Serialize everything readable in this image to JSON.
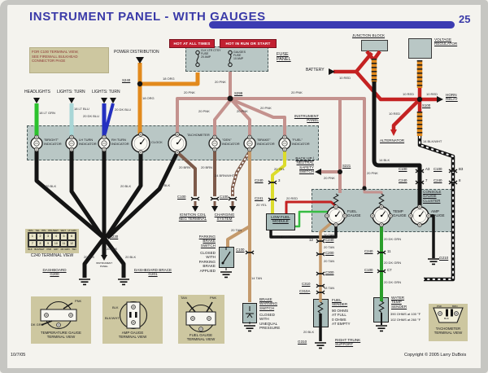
{
  "header": {
    "title": "INSTRUMENT PANEL -  WITH GAUGES",
    "page_number": "25"
  },
  "note": "FOR C100 TERMINAL VIEW,\nSEE FIREWALL BULKHEAD\nCONNECTOR PAGE",
  "banners": {
    "hot_all_times": "HOT AT ALL TIMES",
    "hot_run_start": "HOT IN RUN OR START"
  },
  "power": {
    "distribution": "POWER DISTRIBUTION"
  },
  "fuse_panel": {
    "label": "FUSE\nPANEL",
    "fuse_clk": "CLK LTR CTSY\nFUSE\n20 AMP",
    "fuse_gauges": "GAUGES\nFUSE\n10 AMP"
  },
  "components": {
    "junction_block": "JUNCTION BLOCK",
    "voltage_regulator": "VOLTAGE\nREGULATOR",
    "battery": "BATTERY",
    "horn_relay": "HORN\nRELAY",
    "alternator": "ALTERNATOR",
    "low_fuel_module": "LOW FUEL\nMODULE",
    "backup_neutral_switch": "BACK UP /\nNEUTRAL\nSAFETY\nSWITCH",
    "ignition_coil": "IGNITION COIL\nNEG TERMINAL",
    "charging_system": "CHARGING\nSYSTEM",
    "parking_brake_title": "PARKING\nBRAKE\nSWITCH",
    "parking_brake_desc": "CLOSED\nWITH\nPARKING\nBRAKE\nAPPLIED",
    "brake_warning_title": "BRAKE\nWARNING\nSWITCH",
    "brake_warning_desc": "CLOSED\nWITH\nUNEQUAL\nPRESSURE",
    "fuel_sender_title": "FUEL\nSENDER",
    "fuel_sender_desc": "90 OHMS\nAT FULL\n0 OHMS\nAT EMPTY",
    "water_temp_title": "WATER\nTEMP\nSENDER",
    "water_temp_spec1": "390 OHMS at 100 °F",
    "water_temp_spec2": "102 OHMS at 260 °F",
    "right_trunk": "RIGHT TRUNK\nSUPPORT"
  },
  "inputs": {
    "headlights": "HEADLIGHTS",
    "lights_turn_1": "LIGHTS: TURN",
    "lights_turn_2": "LIGHTS: TURN"
  },
  "instrument_panel": {
    "label": "INSTRUMENT\nPANEL",
    "bright": "\"BRIGHT\"\nINDICATOR",
    "lh_turn": "LH TURN\nINDICATOR",
    "rh_turn": "RH TURN\nINDICATOR",
    "clock": "CLOCK",
    "tachometer": "TACHOMETER",
    "gen": "\"GEN\"\nINDICATOR",
    "brake": "\"BRAKE\"\nINDICATOR",
    "fuel": "\"FUEL\"\nINDICATOR"
  },
  "console_cluster": {
    "label": "CONSOLE\nGAUGE\nCLUSTER",
    "fuel_gauge": "FUEL\nGAUGE",
    "temp_gauge": "TEMP\nGAUGE",
    "amp_gauge": "AMP\nGAUGE"
  },
  "grounds": {
    "g200": "DASHBOARD\nG200",
    "g201": "DASHBOARD BRACE\nG201",
    "g210": "G210",
    "g310": "G310",
    "chassis": "INSTRUMENT\nPANEL"
  },
  "splices": {
    "s100": "S100",
    "s221": "S221",
    "s230": "S230",
    "s240": "S240",
    "s299": "S299"
  },
  "connectors": {
    "c100": "C100",
    "c200": "C200",
    "c240": "C240",
    "c241": "C241",
    "c300": "C300",
    "c310": "C310",
    "c310a": "C310A",
    "pin_a3": "A3",
    "pin_b3": "B3",
    "pin_7": "7",
    "pin_8": "8",
    "pin_3": "3",
    "pin_11": "11",
    "pin_12": "12",
    "pin_c7": "C7"
  },
  "wire_labels": {
    "org_18": "18 ORG",
    "pnk_20": "20 PNK",
    "red_10": "10 RED",
    "red_20": "20 RED",
    "blk_20": "20 BLK",
    "blk_14": "14 BLK",
    "blk_wht_14": "14 BLK/WHT",
    "lt_grn_18": "18 LT GRN",
    "lt_blu_18": "18 LT BLU",
    "dk_blu_20": "20 DK BLU",
    "brn_20": "20 BRN",
    "brn_wht_24": "24 BRN/WHT",
    "yel_20": "20 YEL",
    "tan_20": "20 TAN",
    "tan_18": "18 TAN",
    "tan_14": "14 TAN",
    "dk_grn_20": "20 DK GRN",
    "lt_grn_20": "20 LT GRN"
  },
  "terminal_grid": {
    "title": "C240 TERMINAL VIEW",
    "top": [
      "ORG",
      "YEL",
      "PPL",
      "PPL/WHT",
      "WHT",
      "LT GRN"
    ],
    "row1": [
      "1",
      "2",
      "3",
      "4",
      "5",
      "6"
    ],
    "row2": [
      "7",
      "8",
      "9",
      "10",
      "11",
      "12"
    ],
    "bottom": [
      "BLK",
      "BLK/WHT",
      "PNK",
      "GRY",
      "DK GRN",
      "TAN"
    ]
  },
  "terminal_views": {
    "temperature": {
      "title": "TEMPERATURE GAUGE\nTERMINAL VIEW",
      "pnk": "PNK",
      "dk_grn": "DK GRN"
    },
    "amp": {
      "title": "AMP GAUGE\nTERMINAL VIEW",
      "blk": "BLK",
      "blk_wht": "BLK/WHT"
    },
    "fuel": {
      "title": "FUEL GAUGE\nTERMINAL VIEW",
      "tan": "TAN",
      "pnk": "PNK"
    },
    "tachometer": {
      "title": "TACHOMETER\nTERMINAL VIEW",
      "pnk": "PNK",
      "brn": "BRN",
      "blk": "BLK"
    }
  },
  "footer": {
    "date": "10/7/05",
    "copyright": "Copyright © 2005 Larry DuBois"
  },
  "colors": {
    "title_blue": "#3a3aa8",
    "banner_red": "#c22031",
    "panel_fill": "#b9c7c5",
    "khaki": "#cdc7a0",
    "wire_orange": "#e28a1d",
    "wire_pink": "#c4928e",
    "wire_red": "#c42222",
    "wire_yellow": "#dcdc2c",
    "wire_tan": "#c49a6c",
    "wire_brown": "#7d5a4a",
    "wire_dk_green": "#2a9e2a",
    "wire_lt_green": "#2cc22c",
    "wire_dk_blue": "#2430c0",
    "wire_lt_blue": "#a8d6d6",
    "wire_black": "#141414"
  }
}
